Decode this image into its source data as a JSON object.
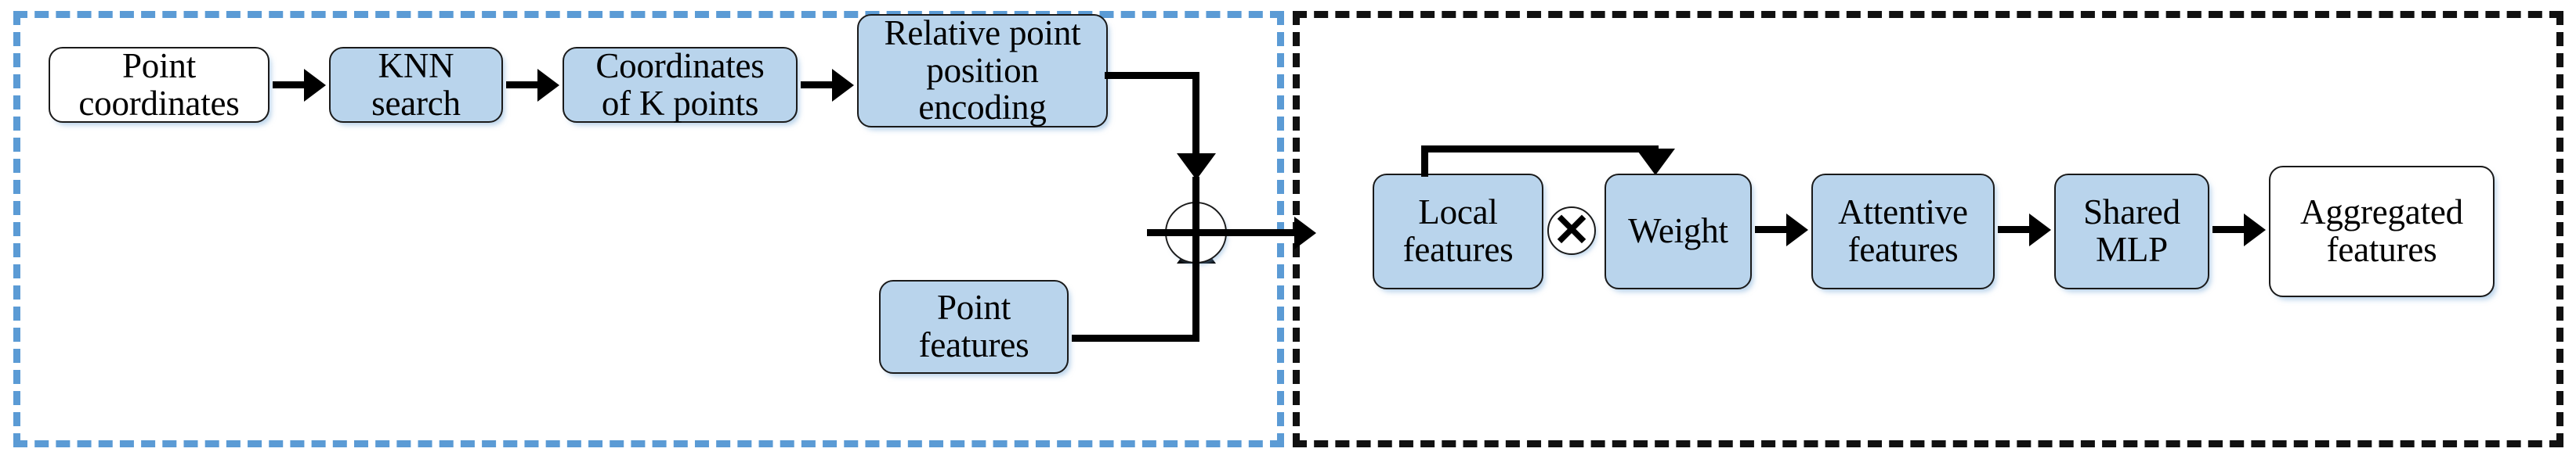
{
  "figure": {
    "title": "Local feature aggregation module",
    "colors": {
      "node_fill_blue": "#b9d4ec",
      "node_fill_white": "#ffffff",
      "node_stroke": "#1a1a1a",
      "panel_left_border": "#5b9bd5",
      "panel_right_border": "#111111",
      "connector": "#000000",
      "background": "#ffffff"
    }
  },
  "panels": {
    "left": {
      "name": "local-spatial-encoding-panel",
      "border_style": "dashed",
      "border_color": "#5b9bd5"
    },
    "right": {
      "name": "attentive-pooling-panel",
      "border_style": "dashed",
      "border_color": "#111111"
    }
  },
  "nodes": {
    "point_coordinates": {
      "label": "Point\ncoordinates",
      "fill": "white"
    },
    "knn_search": {
      "label": "KNN\nsearch",
      "fill": "blue"
    },
    "coordinates_k_points": {
      "label": "Coordinates\nof  K  points",
      "fill": "blue"
    },
    "relative_point_position_encoding": {
      "label": "Relative point\nposition\nencoding",
      "fill": "blue"
    },
    "point_features": {
      "label": "Point\nfeatures",
      "fill": "blue"
    },
    "local_features": {
      "label": "Local\nfeatures",
      "fill": "blue"
    },
    "weight": {
      "label": "Weight",
      "fill": "blue"
    },
    "attentive_features": {
      "label": "Attentive\nfeatures",
      "fill": "blue"
    },
    "shared_mlp": {
      "label": "Shared\nMLP",
      "fill": "blue"
    },
    "aggregated_features": {
      "label": "Aggregated\nfeatures",
      "fill": "white"
    }
  },
  "operators": {
    "concat": {
      "symbol": "+",
      "name": "concatenation-operator"
    },
    "multiply": {
      "symbol": "✕",
      "name": "elementwise-multiply-operator"
    }
  }
}
